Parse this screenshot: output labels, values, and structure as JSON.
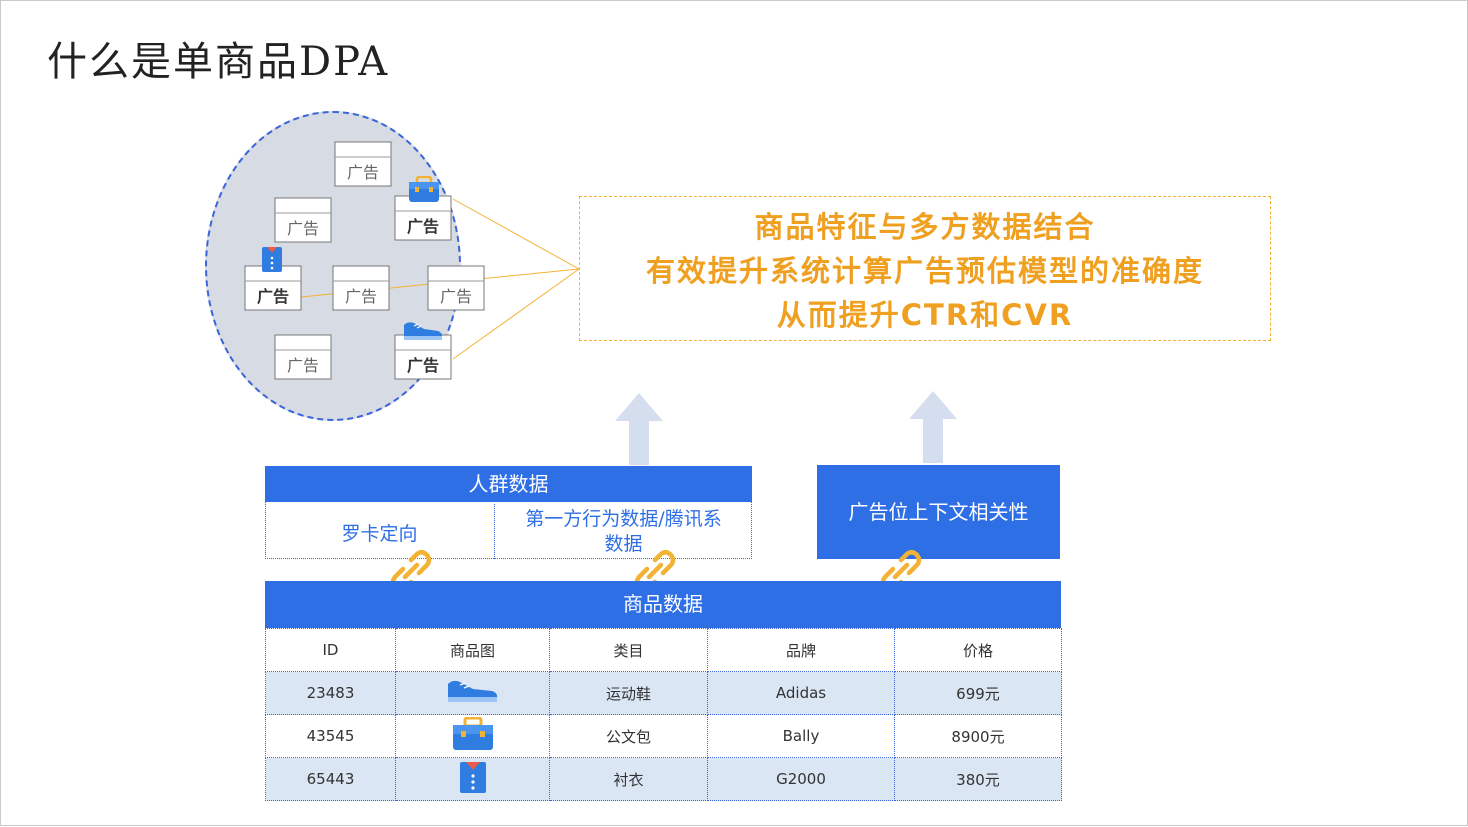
{
  "title": "什么是单商品DPA",
  "ad_label": "广告",
  "callout": {
    "line1": "商品特征与多方数据结合",
    "line2": "有效提升系统计算广告预估模型的准确度",
    "line3": "从而提升CTR和CVR"
  },
  "crowd_data": {
    "title": "人群数据",
    "cell1": "罗卡定向",
    "cell2_line1": "第一方行为数据/腾讯系",
    "cell2_line2": "数据"
  },
  "context": {
    "label": "广告位上下文相关性"
  },
  "product_data": {
    "title": "商品数据",
    "columns": [
      "ID",
      "商品图",
      "类目",
      "品牌",
      "价格"
    ],
    "rows": [
      {
        "id": "23483",
        "image": "shoe-icon",
        "category": "运动鞋",
        "brand": "Adidas",
        "price": "699元"
      },
      {
        "id": "43545",
        "image": "briefcase-icon",
        "category": "公文包",
        "brand": "Bally",
        "price": "8900元"
      },
      {
        "id": "65443",
        "image": "shirt-icon",
        "category": "衬衣",
        "brand": "G2000",
        "price": "380元"
      }
    ]
  },
  "colors": {
    "accent_blue": "#2f6fe6",
    "callout_orange": "#f0a020",
    "link_gold": "#f2b233"
  }
}
